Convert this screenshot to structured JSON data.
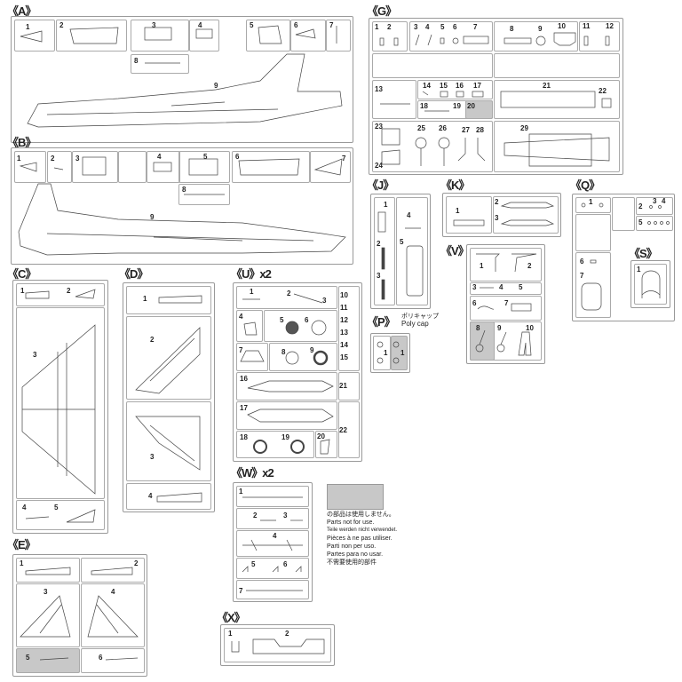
{
  "sprues": {
    "A": {
      "title": "《A》",
      "parts": [
        "1",
        "2",
        "3",
        "4",
        "5",
        "6",
        "7",
        "8",
        "9"
      ]
    },
    "B": {
      "title": "《B》",
      "parts": [
        "1",
        "2",
        "3",
        "4",
        "5",
        "6",
        "7",
        "8",
        "9"
      ]
    },
    "C": {
      "title": "《C》",
      "parts": [
        "1",
        "2",
        "3",
        "4",
        "5"
      ]
    },
    "D": {
      "title": "《D》",
      "parts": [
        "1",
        "2",
        "3",
        "4"
      ]
    },
    "E": {
      "title": "《E》",
      "parts": [
        "1",
        "2",
        "3",
        "4",
        "5",
        "6"
      ]
    },
    "G": {
      "title": "《G》",
      "parts": [
        "1",
        "2",
        "3",
        "4",
        "5",
        "6",
        "7",
        "8",
        "9",
        "10",
        "11",
        "12",
        "13",
        "14",
        "15",
        "16",
        "17",
        "18",
        "19",
        "20",
        "21",
        "22",
        "23",
        "24",
        "25",
        "26",
        "27",
        "28",
        "29"
      ]
    },
    "J": {
      "title": "《J》",
      "parts": [
        "1",
        "2",
        "3",
        "4",
        "5"
      ]
    },
    "K": {
      "title": "《K》",
      "parts": [
        "1",
        "2",
        "3"
      ]
    },
    "P": {
      "title": "《P》",
      "subtitle_jp": "ポリキャップ",
      "subtitle_en": "Poly cap",
      "parts": [
        "1",
        "1"
      ]
    },
    "Q": {
      "title": "《Q》",
      "parts": [
        "1",
        "2",
        "3",
        "4",
        "5",
        "6",
        "7"
      ]
    },
    "S": {
      "title": "《S》",
      "parts": [
        "1"
      ]
    },
    "U": {
      "title": "《U》x2",
      "parts": [
        "1",
        "2",
        "3",
        "4",
        "5",
        "6",
        "7",
        "8",
        "9",
        "10",
        "11",
        "12",
        "13",
        "14",
        "15",
        "16",
        "17",
        "18",
        "19",
        "20",
        "21",
        "22"
      ]
    },
    "V": {
      "title": "《V》",
      "parts": [
        "1",
        "2",
        "3",
        "4",
        "5",
        "6",
        "7",
        "8",
        "9",
        "10"
      ]
    },
    "W": {
      "title": "《W》x2",
      "parts": [
        "1",
        "2",
        "3",
        "4",
        "5",
        "6",
        "7"
      ]
    },
    "X": {
      "title": "《X》",
      "parts": [
        "1",
        "2"
      ]
    }
  },
  "legend": {
    "swatch_color": "#c8c8c8",
    "lines": [
      "の部品は使用しません。",
      "Parts not for use.",
      "Teile werden nicht verwendet.",
      "Pièces à ne pas utiliser.",
      "Parti non per uso.",
      "Partes para no usar.",
      "不需要使用的部件"
    ]
  }
}
